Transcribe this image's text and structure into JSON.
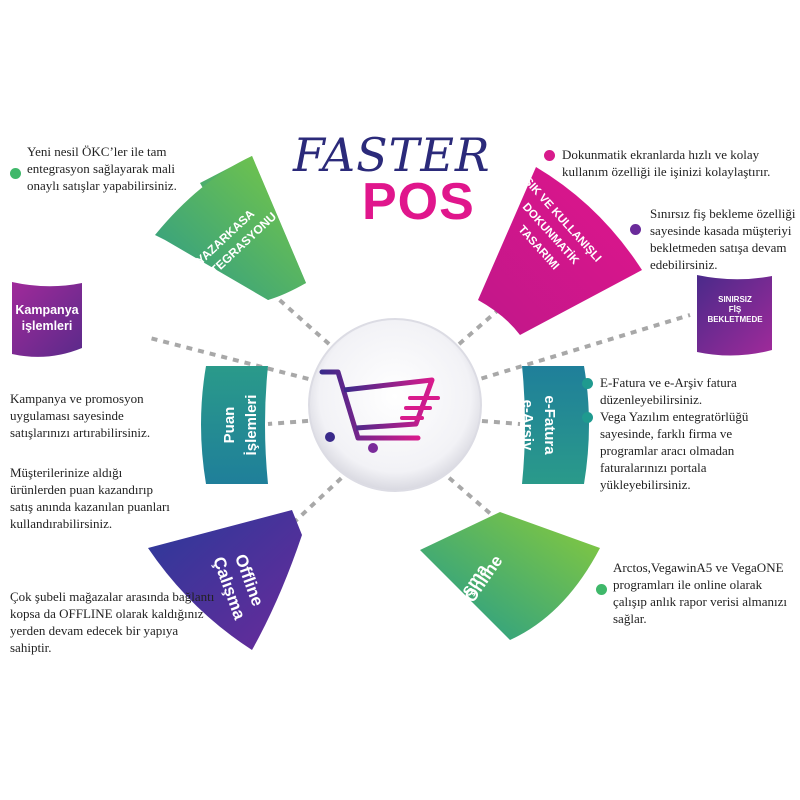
{
  "brand": {
    "line1": "FASTER",
    "line2": "POS"
  },
  "segments": {
    "yazarkasa": {
      "line1": "YAZARKASA",
      "line2": "ENTEGRASYONU"
    },
    "sik": {
      "line1": "ŞIK VE KULLANIŞLI",
      "line2": "DOKUNMATİK",
      "line3": "TASARIMI"
    },
    "kampanya": {
      "line1": "Kampanya",
      "line2": "işlemleri"
    },
    "sinirsiz": {
      "line1": "SINIRSIZ",
      "line2": "FİŞ",
      "line3": "BEKLETMEDE"
    },
    "puan": {
      "line1": "Puan",
      "line2": "İşlemleri"
    },
    "efatura": {
      "line1": "e-Fatura",
      "line2": "e-Arşiv"
    },
    "offline": {
      "line1": "Offline",
      "line2": "Çalışma"
    },
    "online": {
      "line1": "Online",
      "line2": "Çalışma"
    }
  },
  "descriptions": {
    "okc": "Yeni nesil ÖKC’ler ile tam entegrasyon sağlayarak mali onaylı satışlar yapabilirsiniz.",
    "dokunmatik": "Dokunmatik ekranlarda hızlı ve kolay kullanım özelliği ile işinizi kolaylaştırır.",
    "sinirsiz": "Sınırsız fiş bekleme özelliği sayesinde kasada müşteriyi bekletmeden satışa devam edebilirsiniz.",
    "kampanya": "Kampanya ve promosyon uygulaması sayesinde satışlarınızı artırabilirsiniz.",
    "efatura1": "E-Fatura ve e-Arşiv fatura düzenleyebilirsiniz.",
    "efatura2": "Vega Yazılım entegratörlüğü sayesinde, farklı firma ve programlar aracı olmadan faturalarınızı portala yükleyebilirsiniz.",
    "puan": "Müşterilerinize aldığı ürünlerden  puan kazandırıp satış anında kazanılan puanları kullandırabilirsiniz.",
    "offline": "Çok şubeli mağazalar arasında bağlantı kopsa da OFFLINE olarak kaldığınız yerden devam edecek bir yapıya sahiptir.",
    "online": "Arctos,VegawinA5 ve VegaONE programları ile online olarak çalışıp anlık rapor verisi almanızı sağlar."
  },
  "colors": {
    "brand_navy": "#2b2a7a",
    "brand_pink": "#e0168c",
    "green": "#3fb86a",
    "teal": "#1f9a8f",
    "magenta": "#d81b8c",
    "purple": "#6a2a9a",
    "navy": "#2e3a8c",
    "connector": "#a8a8a8"
  },
  "icons": {
    "center": "shopping-cart-icon"
  }
}
